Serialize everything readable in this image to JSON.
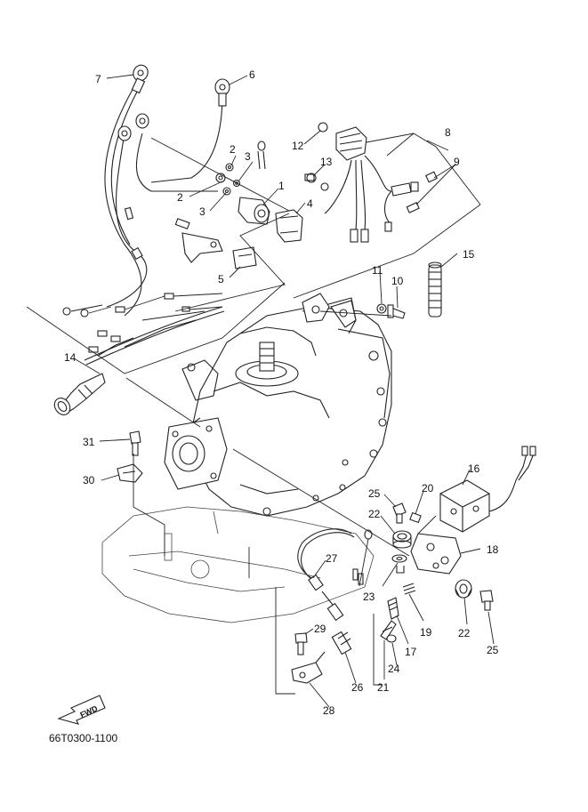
{
  "diagram": {
    "reference_code": "66T0300-1100",
    "direction_label": "FWD",
    "callouts": {
      "p1": "1",
      "p2a": "2",
      "p2b": "2",
      "p3a": "3",
      "p3b": "3",
      "p4": "4",
      "p5": "5",
      "p6": "6",
      "p7": "7",
      "p8": "8",
      "p9": "9",
      "p10": "10",
      "p11": "11",
      "p12": "12",
      "p13": "13",
      "p14": "14",
      "p15": "15",
      "p16": "16",
      "p17": "17",
      "p18": "18",
      "p19": "19",
      "p20": "20",
      "p21": "21",
      "p22a": "22",
      "p22b": "22",
      "p23": "23",
      "p24": "24",
      "p25a": "25",
      "p25b": "25",
      "p26": "26",
      "p27": "27",
      "p28": "28",
      "p29": "29",
      "p30": "30",
      "p31": "31"
    }
  }
}
